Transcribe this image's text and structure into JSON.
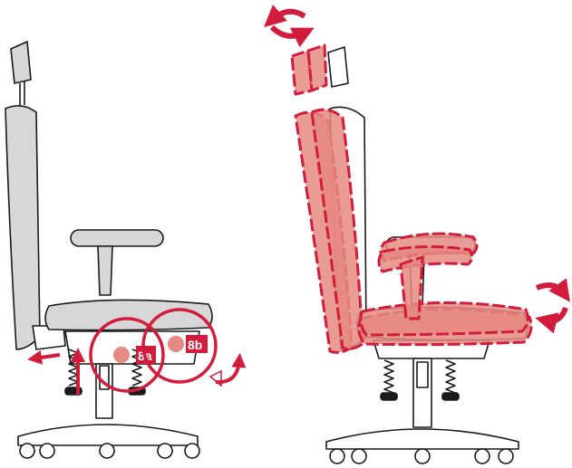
{
  "callouts": {
    "left": "8a",
    "right": "8b"
  },
  "colors": {
    "accent": "#d21c3c",
    "fill_accent": "#e58a82",
    "chair_gray": "#d7d7d7",
    "outline": "#1a1a1a"
  },
  "icons": {
    "rotate_ccw": "rotate-ccw-arrow",
    "rotate_cw": "rotate-cw-arrow",
    "height_arrow": "height-adjust-arrow"
  }
}
